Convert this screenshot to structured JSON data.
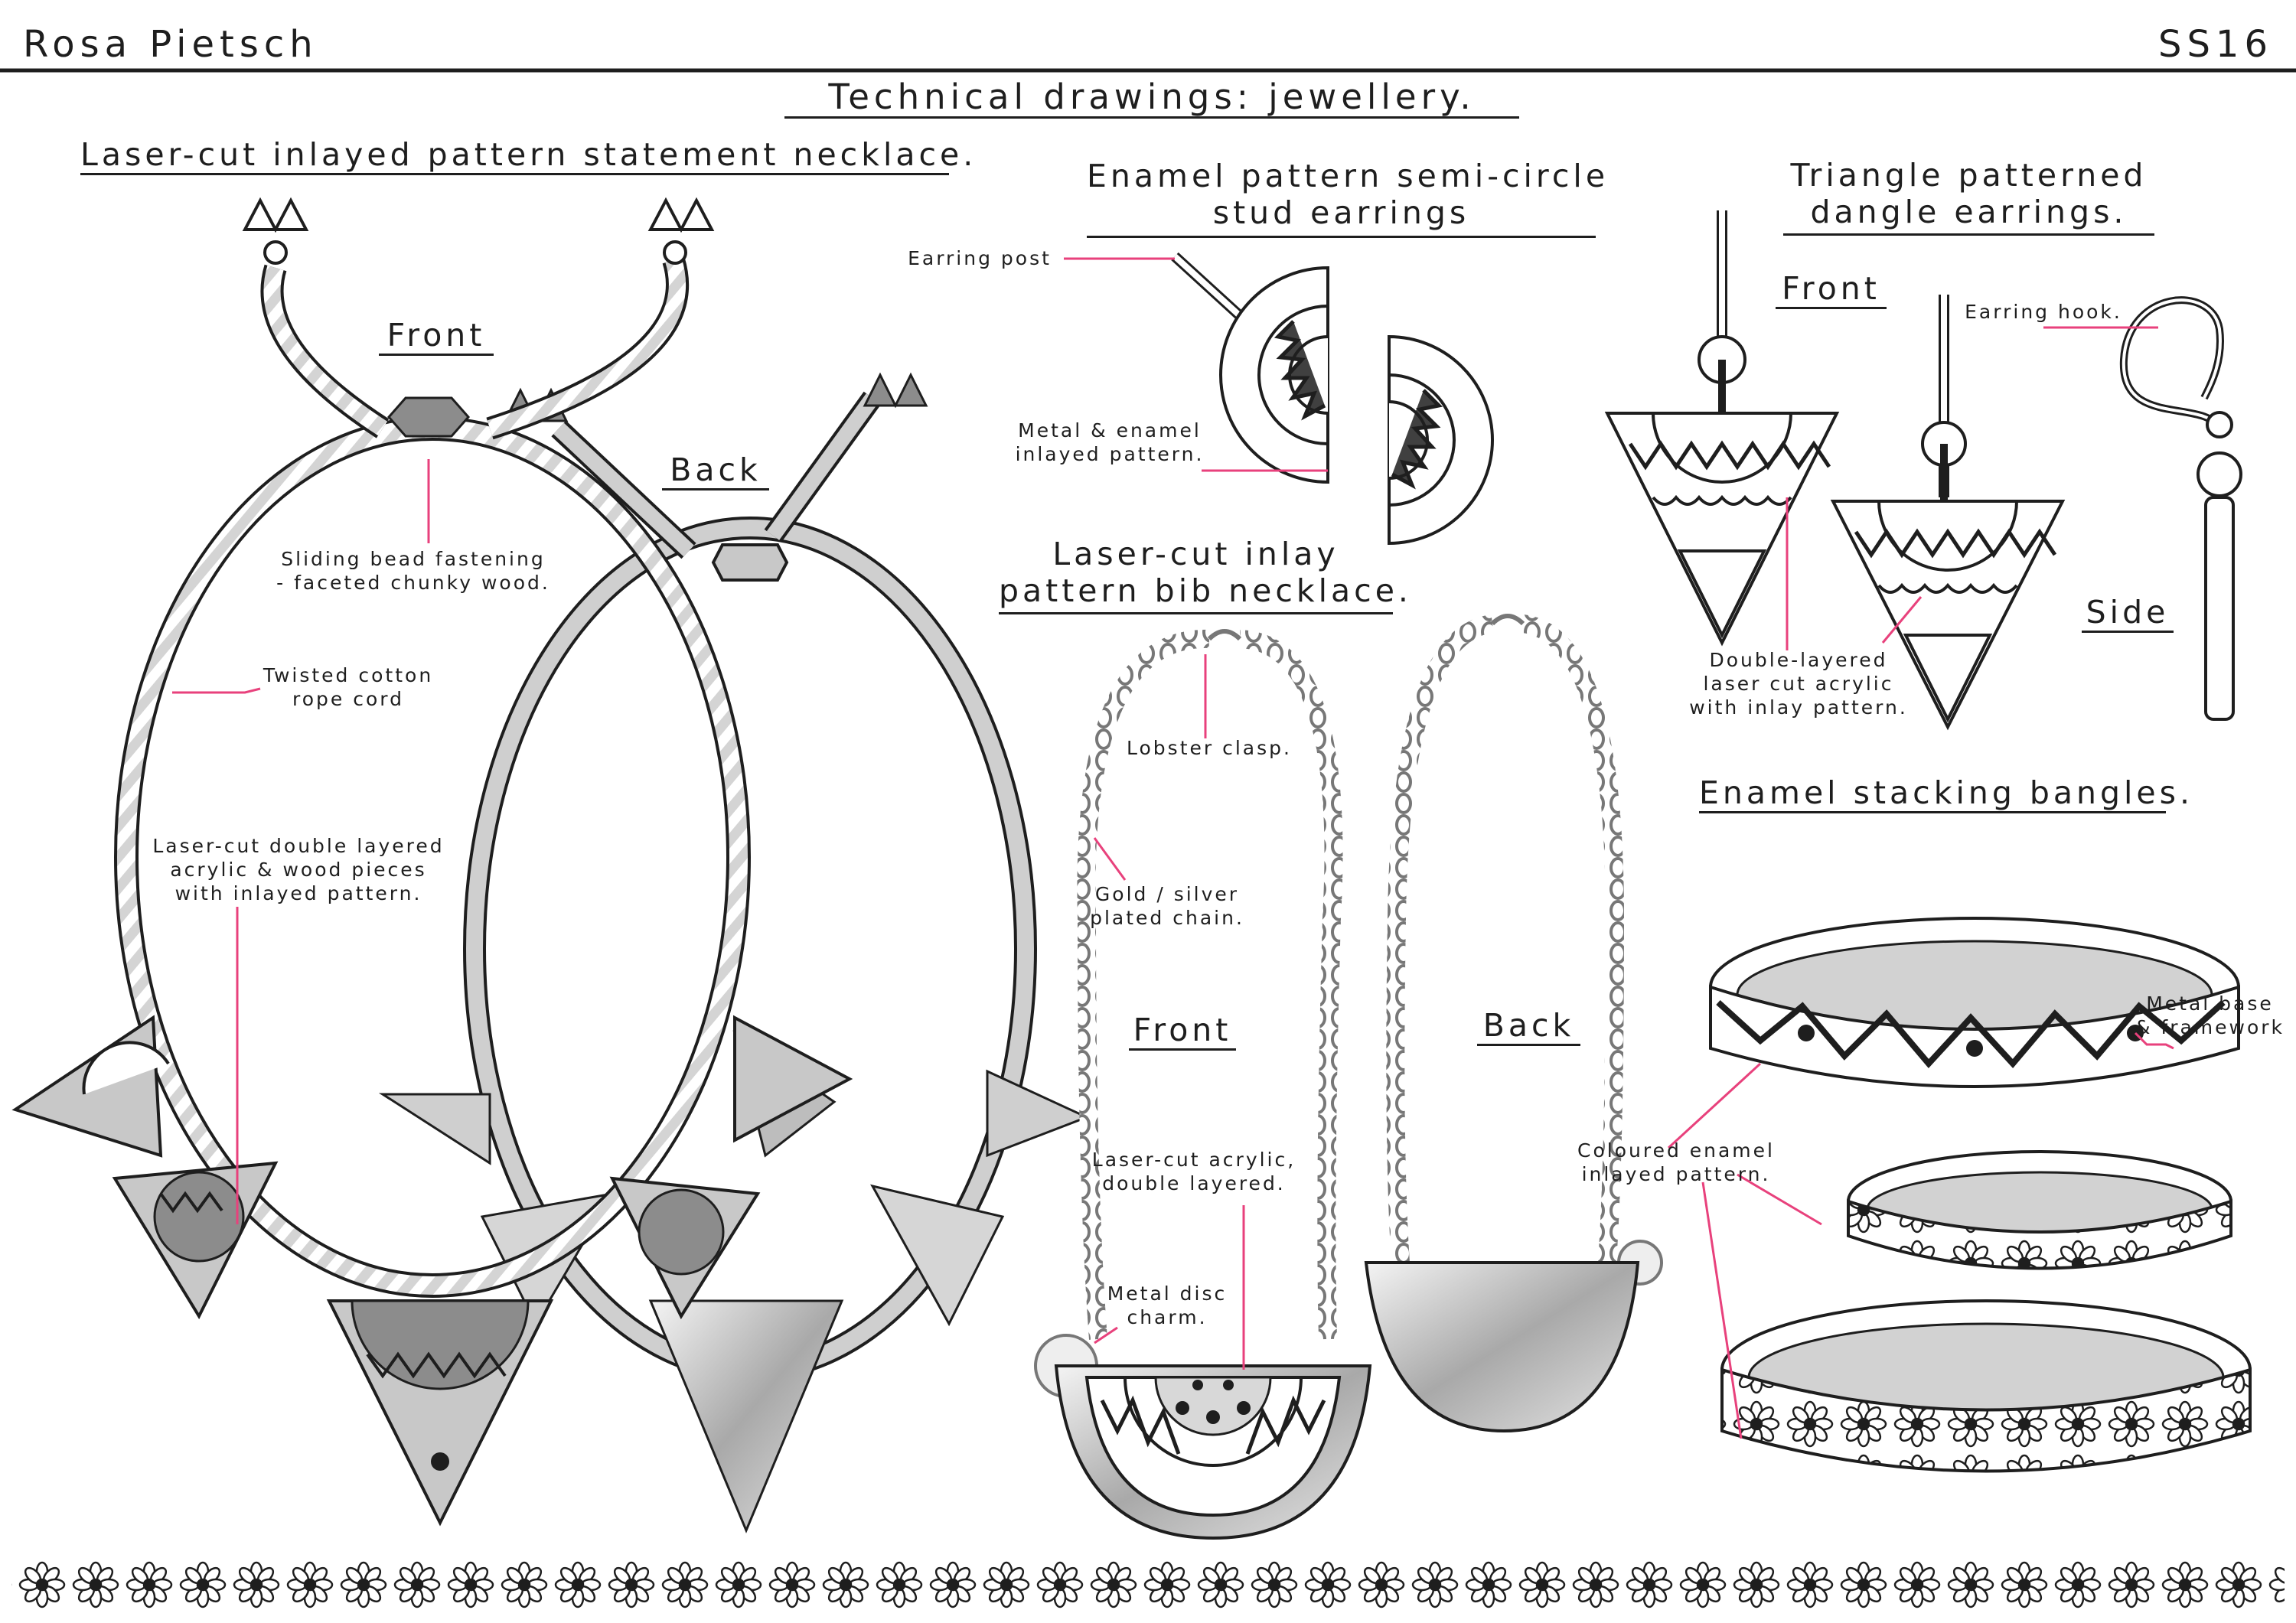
{
  "header": {
    "designer": "Rosa Pietsch",
    "season": "SS16"
  },
  "page_title": "Technical drawings: jewellery.",
  "sections": {
    "statement_necklace": {
      "title": "Laser-cut inlayed pattern statement necklace.",
      "view_front": "Front",
      "view_back": "Back",
      "notes": {
        "bead": [
          "Sliding bead fastening",
          "- faceted chunky wood."
        ],
        "cord": [
          "Twisted cotton",
          "rope cord"
        ],
        "pieces": [
          "Laser-cut double layered",
          "acrylic & wood pieces",
          "with inlayed pattern."
        ]
      }
    },
    "stud_earrings": {
      "title": [
        "Enamel pattern semi-circle",
        "stud earrings"
      ],
      "notes": {
        "post": "Earring post",
        "pattern": [
          "Metal & enamel",
          "inlayed pattern."
        ]
      }
    },
    "bib_necklace": {
      "title": [
        "Laser-cut inlay",
        "pattern bib necklace."
      ],
      "view_front": "Front",
      "view_back": "Back",
      "notes": {
        "clasp": "Lobster clasp.",
        "chain": [
          "Gold / silver",
          "plated chain."
        ],
        "acrylic": [
          "Laser-cut acrylic,",
          "double layered."
        ],
        "charm": [
          "Metal disc",
          "charm."
        ]
      }
    },
    "dangle_earrings": {
      "title": [
        "Triangle patterned",
        "dangle earrings."
      ],
      "view_front": "Front",
      "view_side": "Side",
      "notes": {
        "hook": "Earring hook.",
        "layers": [
          "Double-layered",
          "laser cut acrylic",
          "with inlay pattern."
        ]
      }
    },
    "bangles": {
      "title": "Enamel stacking bangles.",
      "notes": {
        "base": [
          "Metal base",
          "& framework"
        ],
        "enamel": [
          "Coloured enamel",
          "inlayed pattern."
        ]
      }
    }
  },
  "colors": {
    "ink": "#1e1e1e",
    "leader": "#e8417c",
    "grey_light": "#c8c8c8",
    "grey_mid": "#8c8c8c",
    "paper": "#ffffff"
  },
  "icons": [
    "flower-border-pattern"
  ]
}
